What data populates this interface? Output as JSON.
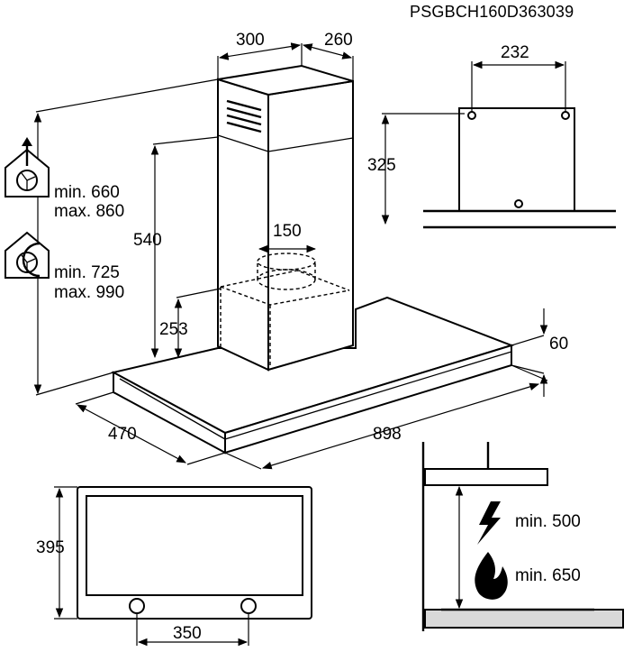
{
  "product_code": "PSGBCH160D363039",
  "dimensions": {
    "chimney_width": "300",
    "chimney_depth": "260",
    "bracket_width": "232",
    "bracket_height": "325",
    "height_range": "540",
    "duct_diameter": "150",
    "duct_offset": "253",
    "canopy_thickness": "60",
    "canopy_depth": "470",
    "canopy_width": "898",
    "bottom_depth": "395",
    "bottom_spacing": "350"
  },
  "modes": {
    "extraction": {
      "icon": "extraction-mode-icon",
      "min": "min. 660",
      "max": "max. 860"
    },
    "recirculation": {
      "icon": "recirculation-mode-icon",
      "min": "min. 725",
      "max": "max. 990"
    }
  },
  "clearance": {
    "electric": {
      "icon": "lightning-icon",
      "label": "min. 500"
    },
    "gas": {
      "icon": "flame-icon",
      "label": "min. 650"
    }
  }
}
